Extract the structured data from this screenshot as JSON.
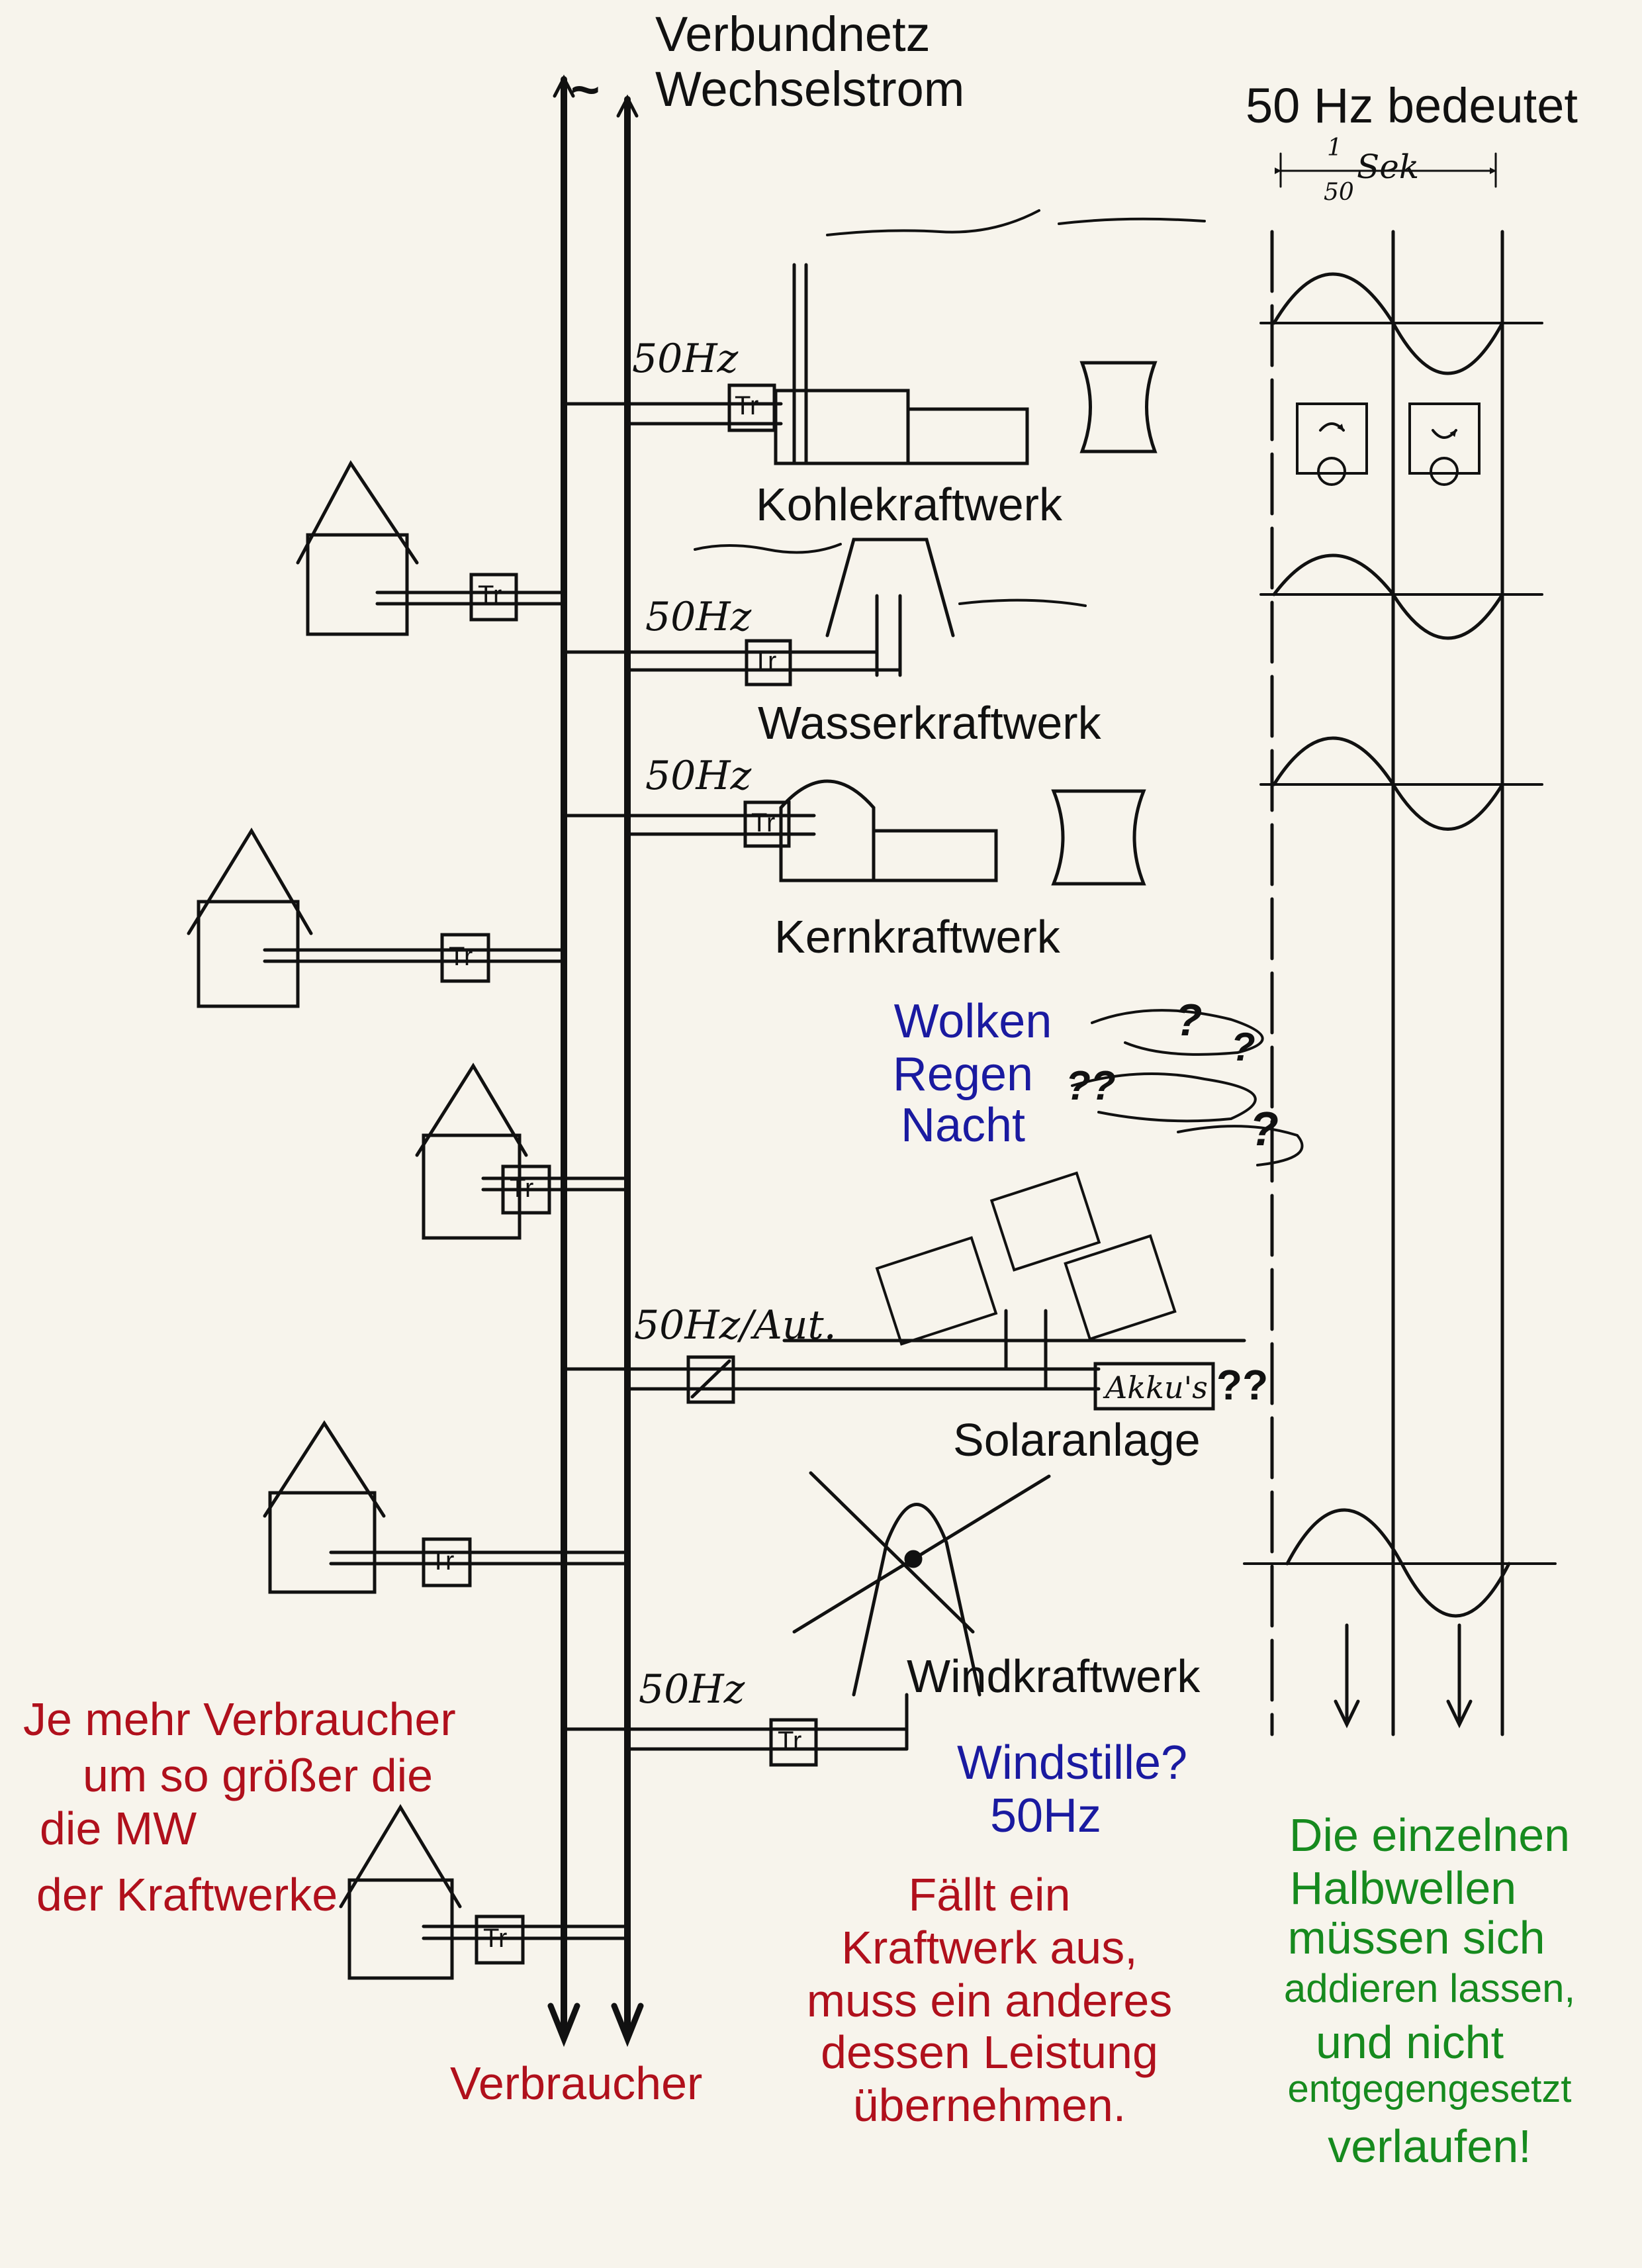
{
  "title_line1": "Verbundnetz",
  "title_line2": "Wechselstrom",
  "ac_symbol": "~",
  "wave_header": "50 Hz bedeutet",
  "period_label": "1/50 Sek",
  "period_num": "1",
  "period_den": "50",
  "period_unit": "Sek",
  "freq_label": "50Hz",
  "freq_label_solar": "50Hz/Aut.",
  "transformer_label": "Tr",
  "battery_label": "Akku's",
  "battery_q": "??",
  "plants": {
    "coal": "Kohlekraftwerk",
    "hydro": "Wasserkraftwerk",
    "nuclear": "Kernkraftwerk",
    "solar": "Solaranlage",
    "wind": "Windkraftwerk"
  },
  "weather": [
    "Wolken",
    "Regen",
    "Nacht"
  ],
  "question_marks": [
    "?",
    "?",
    "??",
    "?"
  ],
  "windstill": "Windstille?",
  "windstill_freq": "50Hz",
  "left_note": [
    "Je mehr Verbraucher",
    "um so größer die",
    "die MW",
    "der Kraftwerke"
  ],
  "consumer_label": "Verbraucher",
  "center_note": [
    "Fällt ein",
    "Kraftwerk aus,",
    "muss ein anderes",
    "dessen Leistung",
    "übernehmen."
  ],
  "right_note": [
    "Die einzelnen",
    "Halbwellen",
    "müssen sich",
    "addieren lassen,",
    "und nicht",
    "entgegengesetzt",
    "verlaufen!"
  ],
  "colors": {
    "ink": "#111111",
    "red": "#b0101c",
    "blue": "#1a1aa0",
    "green": "#168a1e",
    "paper": "#f7f4ec"
  }
}
